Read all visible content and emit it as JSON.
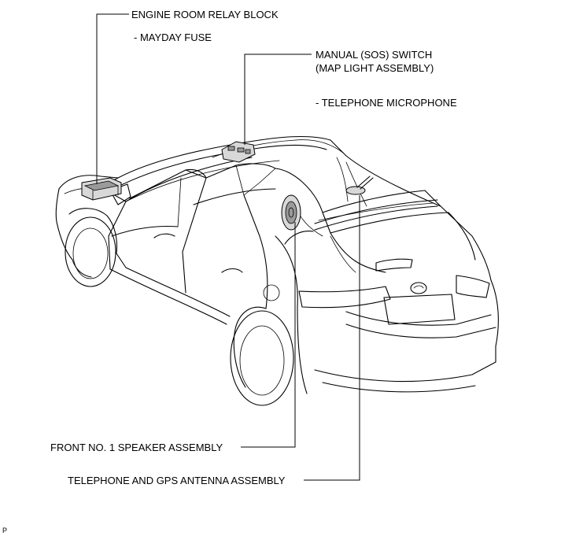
{
  "labels": {
    "engine_room_relay_block": "ENGINE ROOM RELAY BLOCK",
    "mayday_fuse": "- MAYDAY FUSE",
    "manual_sos_switch": "MANUAL (SOS) SWITCH",
    "map_light_assembly": "(MAP LIGHT ASSEMBLY)",
    "telephone_microphone": "- TELEPHONE MICROPHONE",
    "front_speaker": "FRONT NO. 1 SPEAKER ASSEMBLY",
    "telephone_gps_antenna": "TELEPHONE AND GPS ANTENNA ASSEMBLY"
  },
  "page_marker": "P"
}
